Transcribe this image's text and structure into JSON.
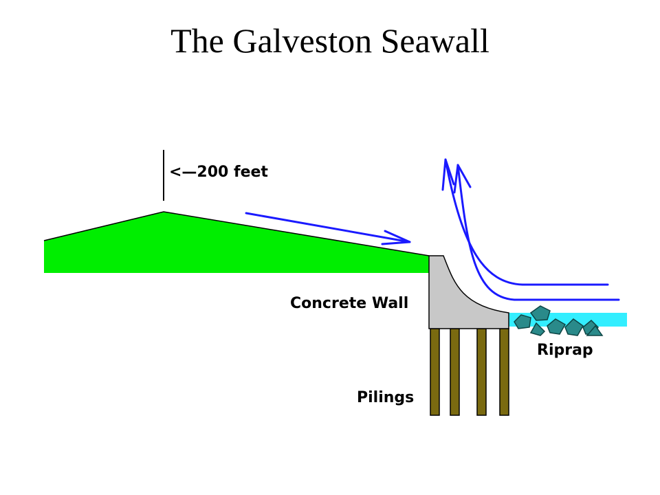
{
  "title": "The Galveston Seawall",
  "labels": {
    "distance": "<—200 feet",
    "wall": "Concrete Wall",
    "riprap": "Riprap",
    "pilings": "Pilings"
  },
  "colors": {
    "land": "#00ee00",
    "wall": "#c8c8c8",
    "water": "#33eeff",
    "flow": "#1a1aff",
    "piling": "#7a6a10",
    "rock": "#2a8a8a"
  }
}
